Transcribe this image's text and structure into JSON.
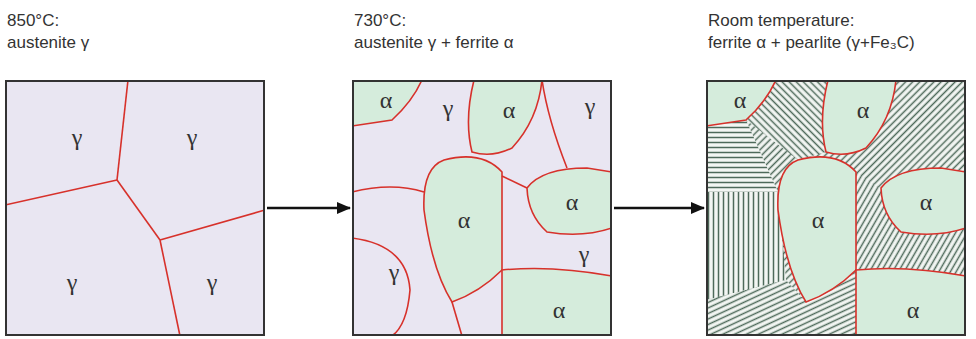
{
  "diagram": {
    "nodes": [
      {
        "text": [
          "850°C: austenite γ",
          "γ",
          "γ",
          "γ",
          "γ"
        ]
      },
      {
        "text": [
          "730°C: austenite γ + ferrite α",
          "α",
          "γ",
          "α",
          "γ",
          "α",
          "α",
          "γ",
          "γ",
          "α"
        ]
      },
      {
        "text": [
          "Room temperature: ferrite α + pearlite (γ+Fe₃C)",
          "α",
          "α",
          "α",
          "α",
          "α"
        ]
      }
    ],
    "edges": [
      {
        "from": 0,
        "to": 1,
        "arrow": "to"
      },
      {
        "from": 1,
        "to": 2,
        "arrow": "to"
      }
    ]
  }
}
